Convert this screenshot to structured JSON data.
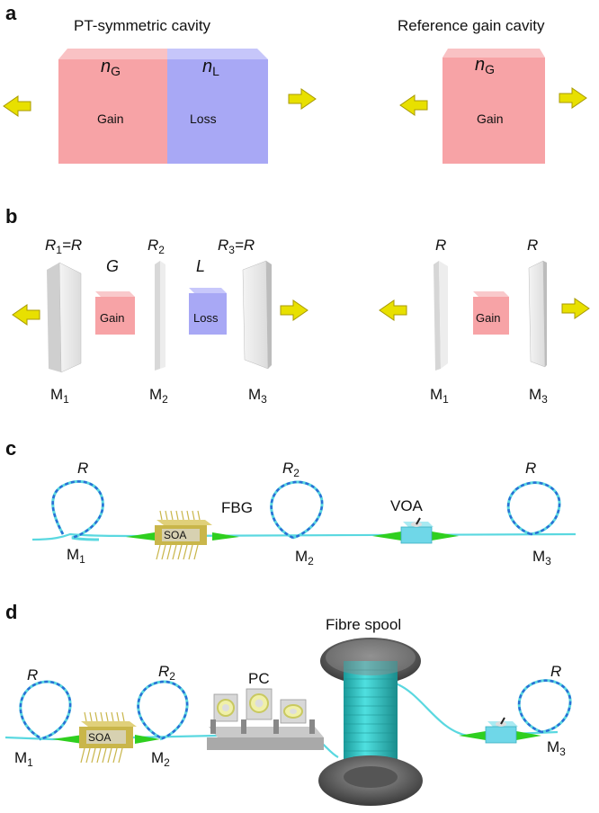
{
  "panels": {
    "a": "a",
    "b": "b",
    "c": "c",
    "d": "d"
  },
  "a": {
    "left_title": "PT-symmetric cavity",
    "right_title": "Reference gain cavity",
    "nG": "n",
    "nG_sub": "G",
    "nL": "n",
    "nL_sub": "L",
    "gain": "Gain",
    "loss": "Loss",
    "ref_nG": "n",
    "ref_nG_sub": "G",
    "ref_gain": "Gain"
  },
  "b": {
    "R1": "R",
    "R1_sub": "1",
    "R1_eq": "=R",
    "R2": "R",
    "R2_sub": "2",
    "R3": "R",
    "R3_sub": "3",
    "R3_eq": "=R",
    "G": "G",
    "L": "L",
    "gain": "Gain",
    "loss": "Loss",
    "M1": "M",
    "M1_sub": "1",
    "M2": "M",
    "M2_sub": "2",
    "M3": "M",
    "M3_sub": "3",
    "ref_R_left": "R",
    "ref_R_right": "R",
    "ref_gain": "Gain",
    "ref_M1": "M",
    "ref_M1_sub": "1",
    "ref_M3": "M",
    "ref_M3_sub": "3"
  },
  "c": {
    "R_left": "R",
    "R2": "R",
    "R2_sub": "2",
    "R_right": "R",
    "FBG": "FBG",
    "VOA": "VOA",
    "SOA": "SOA",
    "M1": "M",
    "M1_sub": "1",
    "M2": "M",
    "M2_sub": "2",
    "M3": "M",
    "M3_sub": "3"
  },
  "d": {
    "R_left": "R",
    "R2": "R",
    "R2_sub": "2",
    "R_right": "R",
    "PC": "PC",
    "spool": "Fibre spool",
    "SOA": "SOA",
    "M1": "M",
    "M1_sub": "1",
    "M2": "M",
    "M2_sub": "2",
    "M3": "M",
    "M3_sub": "3"
  },
  "colors": {
    "gain": "#f7a3a6",
    "loss": "#a8a8f5",
    "arrow": "#e8e000",
    "fibre": "#5ad8e0",
    "fbg": "#2a6fd6",
    "coupler": "#2fcf1f",
    "soa": "#c9b64a",
    "voa": "#6fd7e8",
    "spool": "#2fc4c4"
  }
}
